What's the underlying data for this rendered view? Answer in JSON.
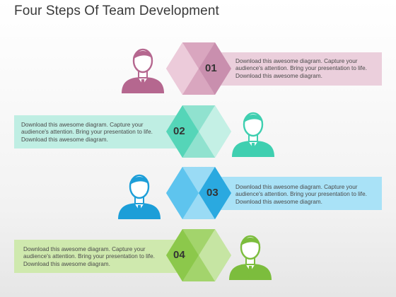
{
  "title": "Four Steps Of Team Development",
  "steps": [
    {
      "number": "01",
      "text": "Download this awesome diagram. Capture your audience's attention. Bring your presentation to life. Download this awesome diagram.",
      "color": "#c98fae",
      "band": "#ebcfdc"
    },
    {
      "number": "02",
      "text": "Download this awesome diagram. Capture your audience's attention. Bring your presentation to life. Download this awesome diagram.",
      "color": "#55d5b8",
      "band": "#bfeee3"
    },
    {
      "number": "03",
      "text": "Download this awesome diagram. Capture your audience's attention. Bring your presentation to life. Download this awesome diagram.",
      "color": "#2aa9e0",
      "band": "#a9e2f7"
    },
    {
      "number": "04",
      "text": "Download this awesome diagram. Capture your audience's attention. Bring your presentation to life. Download this awesome diagram.",
      "color": "#8cc84b",
      "band": "#cfe9ae"
    }
  ],
  "icons": [
    "person-icon",
    "person-icon",
    "person-icon",
    "person-icon"
  ]
}
